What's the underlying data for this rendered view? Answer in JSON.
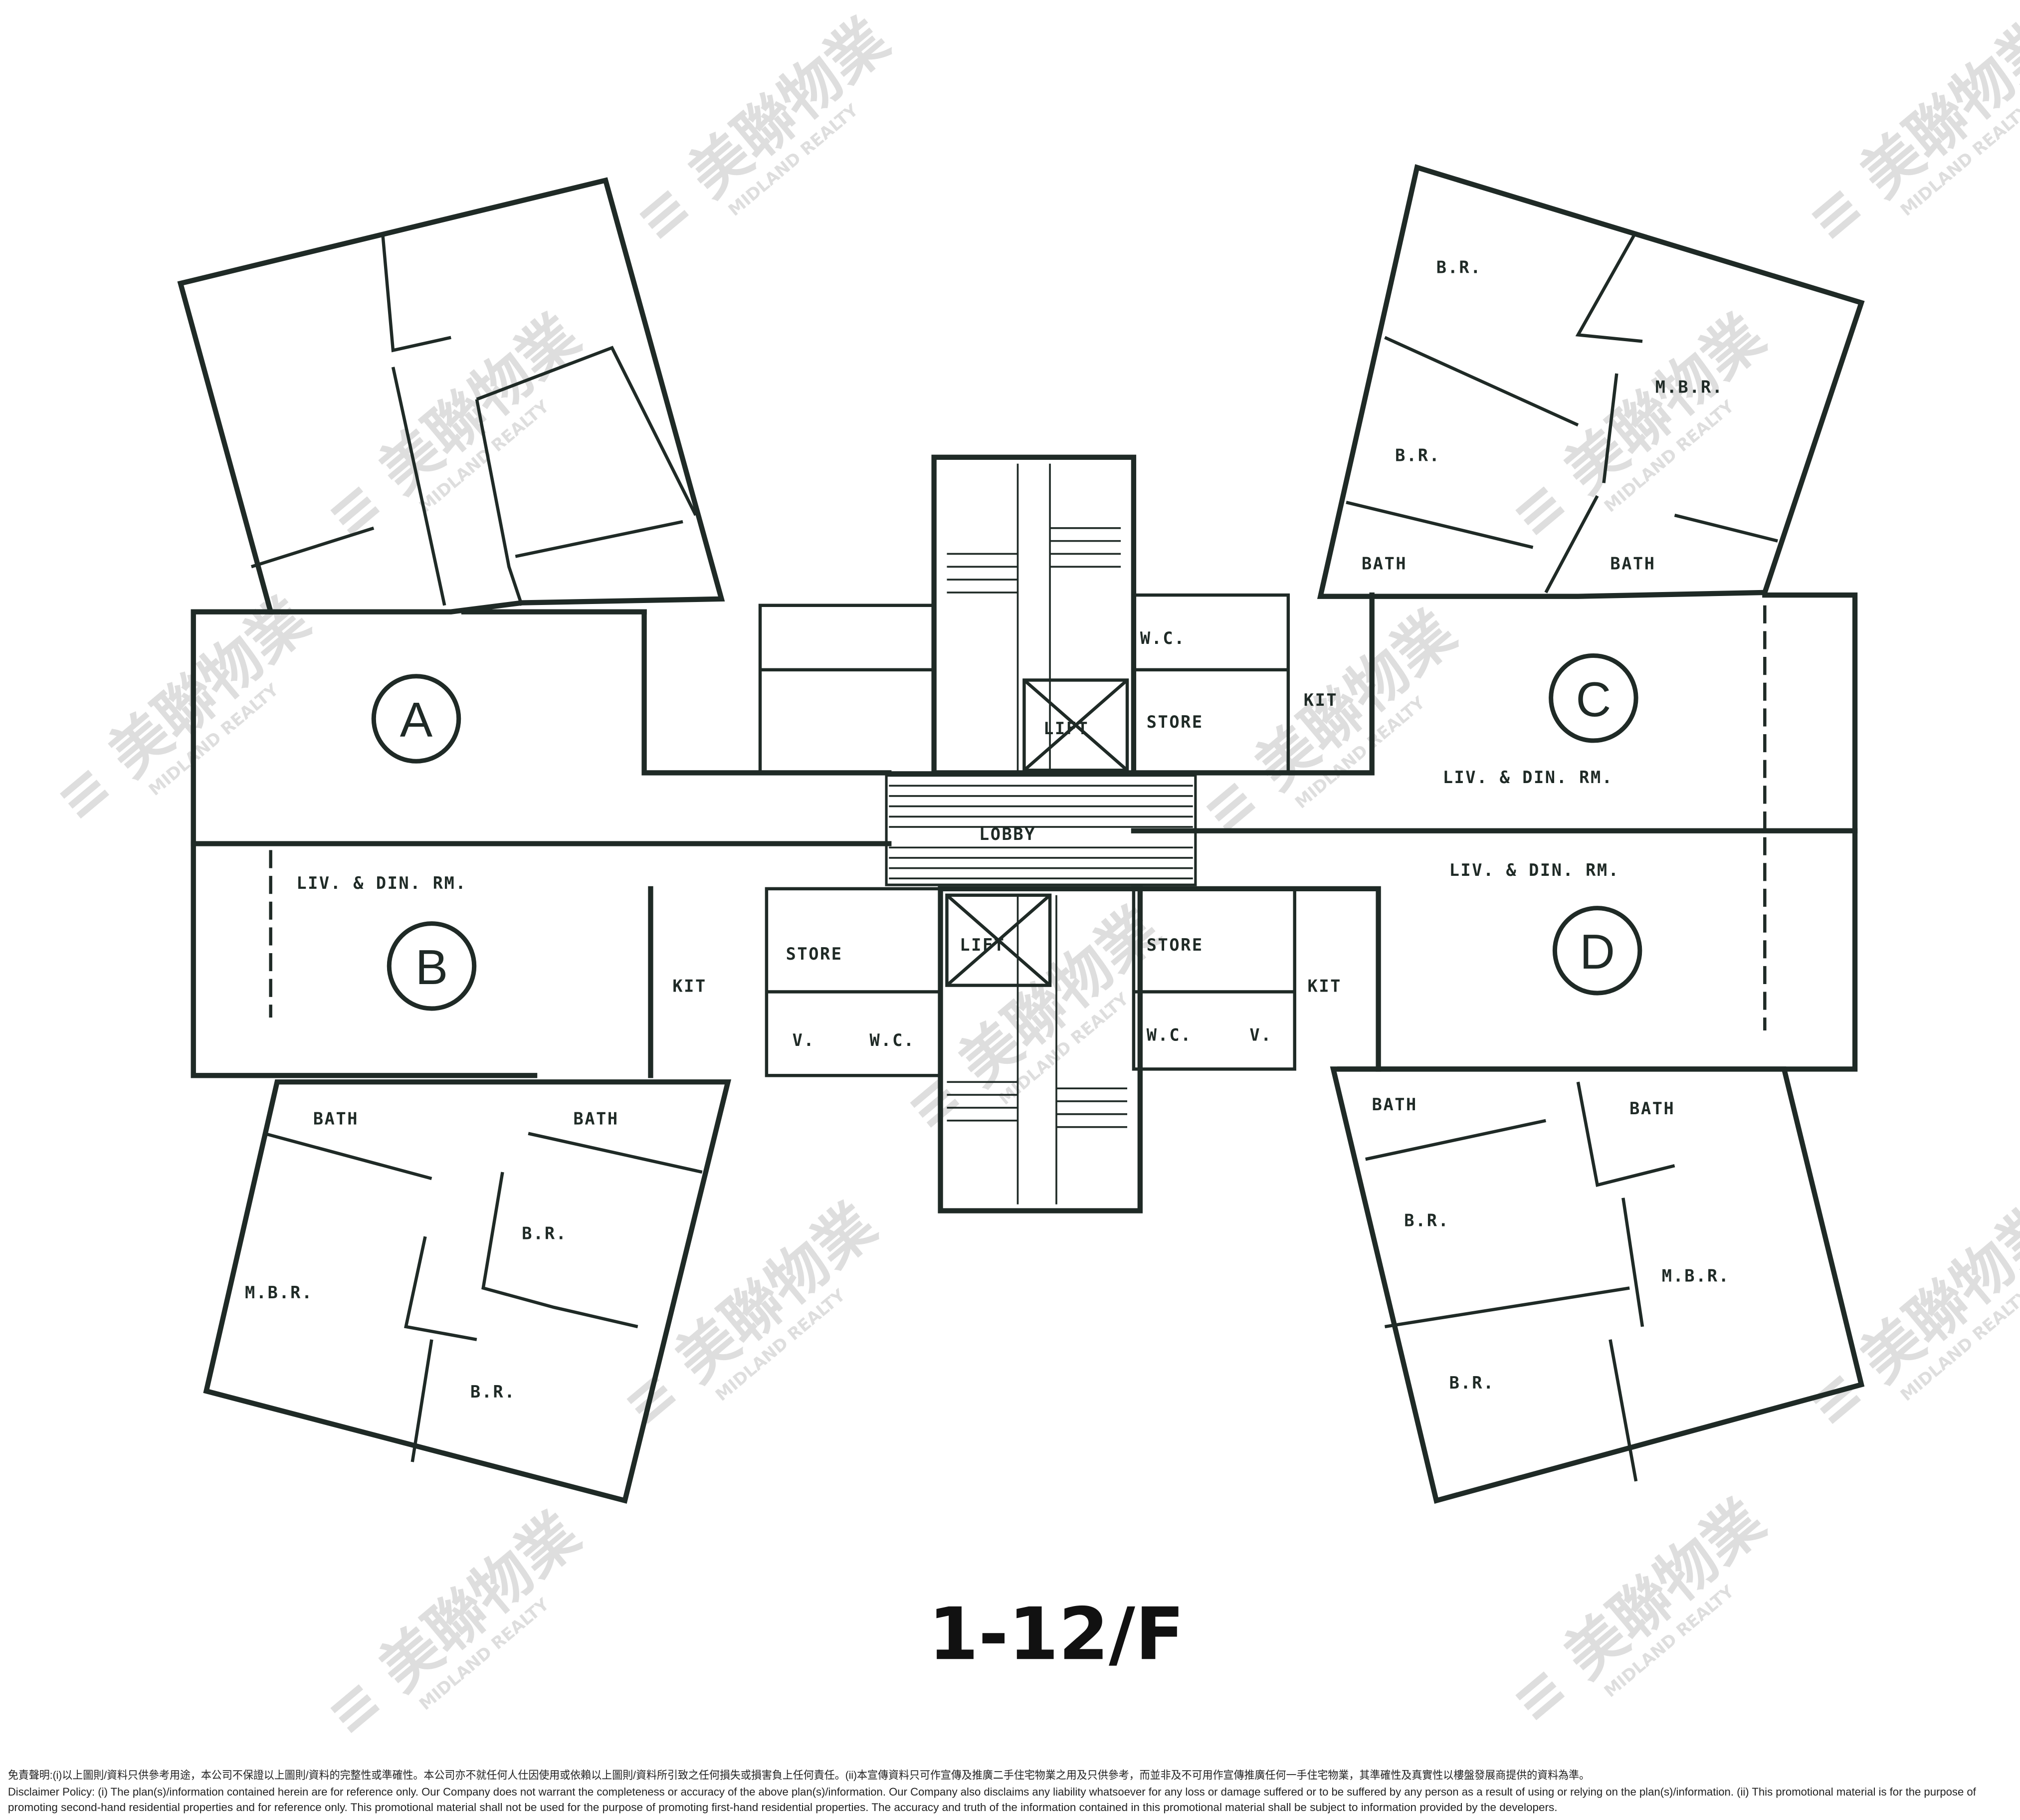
{
  "plan": {
    "floor_label": "1-12/F",
    "units": [
      "A",
      "B",
      "C",
      "D"
    ],
    "rooms": {
      "liv_din": "LIV. & DIN. RM.",
      "master_bedroom": "M.B.R.",
      "bedroom": "B.R.",
      "bath": "BATH",
      "wc": "W.C.",
      "store": "STORE",
      "kitchen": "KIT",
      "lift": "LIFT",
      "lobby": "LOBBY",
      "v": "V."
    }
  },
  "watermark": {
    "brand_cn": "美聯物業",
    "brand_en": "MIDLAND REALTY"
  },
  "disclaimer": {
    "line1": "免責聲明:(i)以上圖則/資料只供參考用途，本公司不保證以上圖則/資料的完整性或準確性。本公司亦不就任何人仕因使用或依賴以上圖則/資料所引致之任何損失或損害負上任何責任。(ii)本宣傳資料只可作宣傳及推廣二手住宅物業之用及只供參考，而並非及不可用作宣傳推廣任何一手住宅物業，其準確性及真實性以樓盤發展商提供的資料為準。",
    "line2": "Disclaimer Policy: (i) The plan(s)/information contained herein are for reference only. Our Company does not warrant the completeness or accuracy of the above plan(s)/information. Our Company also disclaims any liability whatsoever for any loss or damage suffered or to be suffered by any person as a result of using or relying on the plan(s)/information. (ii) This promotional material is for the purpose of",
    "line3": "promoting second-hand residential properties and for reference only. This promotional material shall not be used for the purpose of promoting first-hand residential properties. The accuracy and truth of the information contained in this promotional material shall be subject to information provided by the developers."
  }
}
